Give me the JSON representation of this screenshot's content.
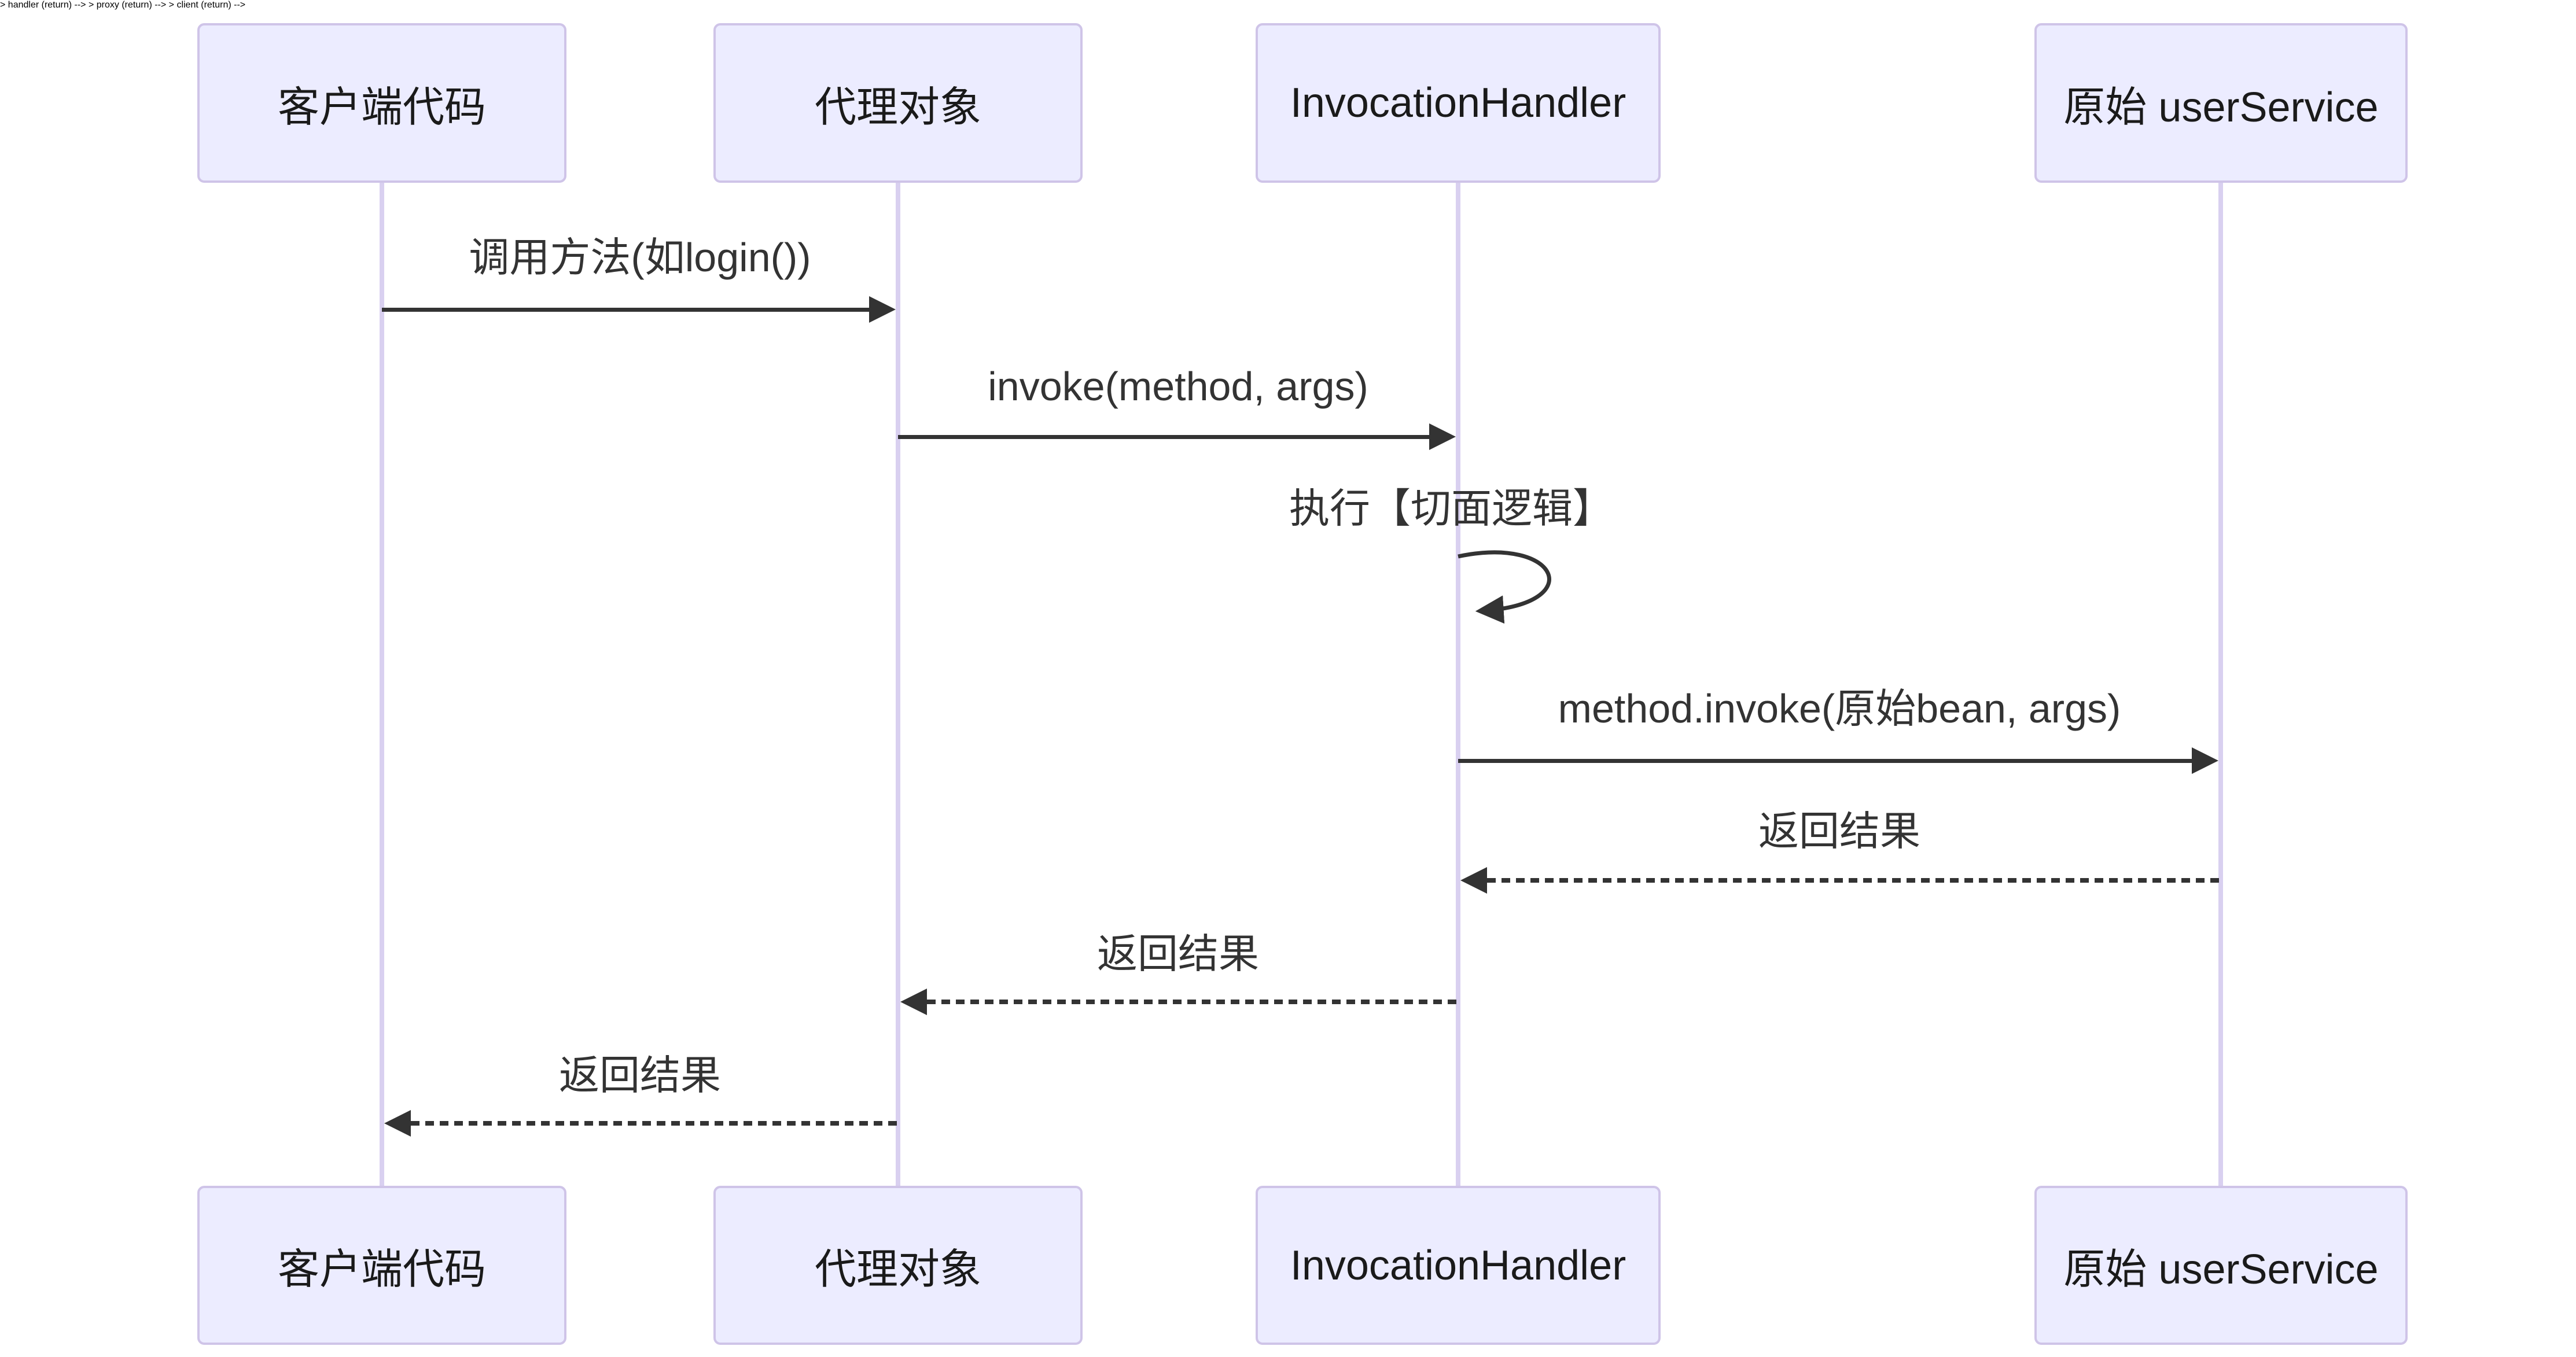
{
  "diagram": {
    "type": "sequence-diagram",
    "topic": "JDK dynamic proxy invocation flow",
    "colors": {
      "background": "#FFFFFF",
      "actor_fill": "#ECECFF",
      "actor_border": "#CFC4E8",
      "lifeline": "#D9D0F0",
      "arrow": "#333333",
      "message_text": "#333333",
      "actor_text": "#1A1A1A"
    }
  },
  "actors": [
    {
      "id": "client",
      "label": "客户端代码"
    },
    {
      "id": "proxy",
      "label": "代理对象"
    },
    {
      "id": "handler",
      "label": "InvocationHandler"
    },
    {
      "id": "target",
      "label": "原始 userService"
    }
  ],
  "messages": [
    {
      "index": 1,
      "from": "客户端代码",
      "to": "代理对象",
      "label": "调用方法(如login())",
      "line": "solid",
      "arrow": "filled-right"
    },
    {
      "index": 2,
      "from": "代理对象",
      "to": "InvocationHandler",
      "label": "invoke(method, args)",
      "line": "solid",
      "arrow": "filled-right"
    },
    {
      "index": 3,
      "from": "InvocationHandler",
      "to": "InvocationHandler",
      "label": "执行【切面逻辑】",
      "line": "self-loop",
      "arrow": "filled-left"
    },
    {
      "index": 4,
      "from": "InvocationHandler",
      "to": "原始 userService",
      "label": "method.invoke(原始bean, args)",
      "line": "solid",
      "arrow": "filled-right"
    },
    {
      "index": 5,
      "from": "原始 userService",
      "to": "InvocationHandler",
      "label": "返回结果",
      "line": "dashed",
      "arrow": "filled-left"
    },
    {
      "index": 6,
      "from": "InvocationHandler",
      "to": "代理对象",
      "label": "返回结果",
      "line": "dashed",
      "arrow": "filled-left"
    },
    {
      "index": 7,
      "from": "代理对象",
      "to": "客户端代码",
      "label": "返回结果",
      "line": "dashed",
      "arrow": "filled-left"
    }
  ]
}
